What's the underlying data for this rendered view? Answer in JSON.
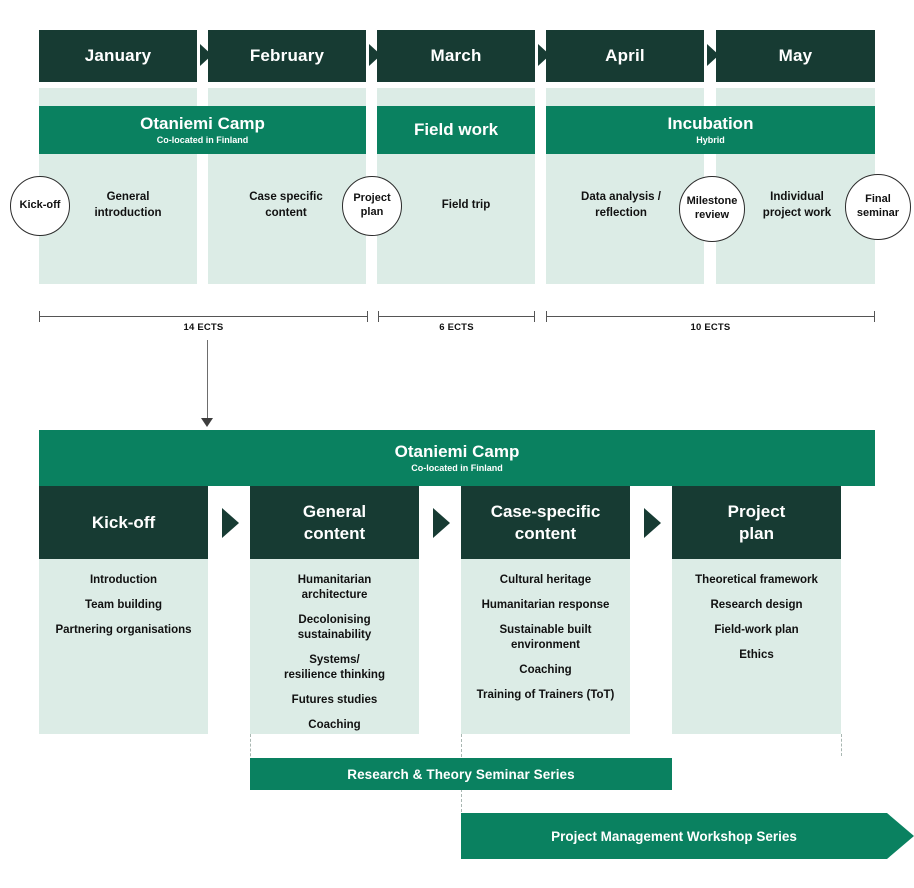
{
  "timeline": {
    "months": [
      {
        "label": "January"
      },
      {
        "label": "February"
      },
      {
        "label": "March"
      },
      {
        "label": "April"
      },
      {
        "label": "May"
      }
    ],
    "phases": [
      {
        "title": "Otaniemi Camp",
        "subtitle": "Co-located in Finland"
      },
      {
        "title": "Field work",
        "subtitle": ""
      },
      {
        "title": "Incubation",
        "subtitle": "Hybrid"
      }
    ],
    "tasks": [
      {
        "label": "General\nintroduction"
      },
      {
        "label": "Case specific\ncontent"
      },
      {
        "label": "Field trip"
      },
      {
        "label": "Data analysis /\nreflection"
      },
      {
        "label": "Individual\nproject work"
      }
    ],
    "milestones": [
      {
        "label": "Kick-off"
      },
      {
        "label": "Project\nplan"
      },
      {
        "label": "Milestone\nreview"
      },
      {
        "label": "Final\nseminar"
      }
    ],
    "ects": [
      {
        "label": "14 ECTS"
      },
      {
        "label": "6 ECTS"
      },
      {
        "label": "10 ECTS"
      }
    ]
  },
  "detail": {
    "header": {
      "title": "Otaniemi Camp",
      "subtitle": "Co-located in Finland"
    },
    "stages": [
      {
        "title": "Kick-off",
        "items": [
          "Introduction",
          "Team building",
          "Partnering organisations"
        ]
      },
      {
        "title": "General\ncontent",
        "items": [
          "Humanitarian\narchitecture",
          "Decolonising\nsustainability",
          "Systems/\nresilience thinking",
          "Futures studies",
          "Coaching"
        ]
      },
      {
        "title": "Case-specific\ncontent",
        "items": [
          "Cultural heritage",
          "Humanitarian response",
          "Sustainable built\nenvironment",
          "Coaching",
          "Training of Trainers (ToT)"
        ]
      },
      {
        "title": "Project\nplan",
        "items": [
          "Theoretical framework",
          "Research design",
          "Field-work plan",
          "Ethics"
        ]
      }
    ],
    "series": [
      {
        "label": "Research & Theory Seminar Series"
      },
      {
        "label": "Project Management Workshop Series"
      }
    ]
  },
  "colors": {
    "dark_green": "#173b33",
    "medium_green": "#0a8160",
    "light_green": "#dcece6",
    "white": "#ffffff",
    "text": "#111111",
    "rule": "#555555"
  }
}
